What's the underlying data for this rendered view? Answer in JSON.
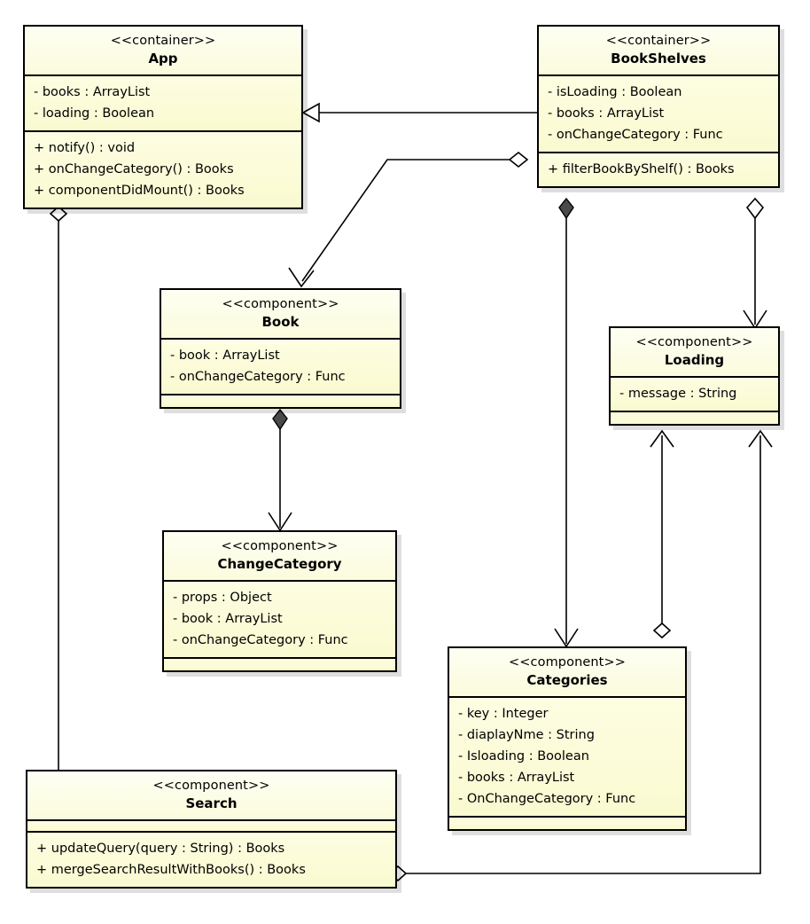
{
  "diagram": {
    "title": "UML Class Diagram",
    "colors": {
      "box_fill": "#fcfce3",
      "box_fill_light": "#fefff2",
      "border": "#000000",
      "shadow": "rgba(0,0,0,0.13)",
      "solid_diamond": "#4a4a4a",
      "hollow_fill": "#ffffff"
    },
    "classes": [
      {
        "id": "app",
        "stereotype": "<<container>>",
        "name": "App",
        "attributes": [
          "- books : ArrayList",
          "- loading : Boolean"
        ],
        "methods": [
          "+ notify() : void",
          "+ onChangeCategory() : Books",
          "+ componentDidMount() : Books"
        ],
        "empty_compartment": false
      },
      {
        "id": "bookshelves",
        "stereotype": "<<container>>",
        "name": "BookShelves",
        "attributes": [
          "- isLoading : Boolean",
          "- books : ArrayList",
          "- onChangeCategory : Func"
        ],
        "methods": [
          "+ filterBookByShelf() : Books"
        ],
        "empty_compartment": false
      },
      {
        "id": "book",
        "stereotype": "<<component>>",
        "name": "Book",
        "attributes": [
          "- book : ArrayList",
          "- onChangeCategory : Func"
        ],
        "methods": [],
        "empty_compartment": true
      },
      {
        "id": "loading",
        "stereotype": "<<component>>",
        "name": "Loading",
        "attributes": [
          "- message : String"
        ],
        "methods": [],
        "empty_compartment": true
      },
      {
        "id": "changecategory",
        "stereotype": "<<component>>",
        "name": "ChangeCategory",
        "attributes": [
          "- props : Object",
          "- book : ArrayList",
          "- onChangeCategory : Func"
        ],
        "methods": [],
        "empty_compartment": true
      },
      {
        "id": "categories",
        "stereotype": "<<component>>",
        "name": "Categories",
        "attributes": [
          "- key : Integer",
          "- diaplayNme : String",
          "- Isloading : Boolean",
          "- books : ArrayList",
          "- OnChangeCategory : Func"
        ],
        "methods": [],
        "empty_compartment": true
      },
      {
        "id": "search",
        "stereotype": "<<component>>",
        "name": "Search",
        "attributes": [],
        "methods": [
          "+ updateQuery(query : String) : Books",
          "+ mergeSearchResultWithBooks() : Books"
        ],
        "empty_compartment": true
      }
    ],
    "relationships": [
      {
        "from": "bookshelves",
        "to": "app",
        "type": "generalization",
        "marker": "hollow-triangle"
      },
      {
        "from": "bookshelves",
        "to": "book",
        "type": "aggregation",
        "marker": "hollow-diamond-open-arrow"
      },
      {
        "from": "app",
        "to": "search",
        "type": "aggregation",
        "marker": "hollow-diamond"
      },
      {
        "from": "book",
        "to": "changecategory",
        "type": "composition",
        "marker": "solid-diamond-open-arrow"
      },
      {
        "from": "bookshelves",
        "to": "categories",
        "type": "composition",
        "marker": "solid-diamond-open-arrow"
      },
      {
        "from": "bookshelves",
        "to": "loading",
        "type": "aggregation",
        "marker": "hollow-diamond-open-arrow"
      },
      {
        "from": "categories",
        "to": "loading",
        "type": "aggregation",
        "marker": "hollow-diamond-open-arrow"
      },
      {
        "from": "search",
        "to": "loading",
        "type": "aggregation",
        "marker": "hollow-diamond-open-arrow"
      }
    ]
  }
}
